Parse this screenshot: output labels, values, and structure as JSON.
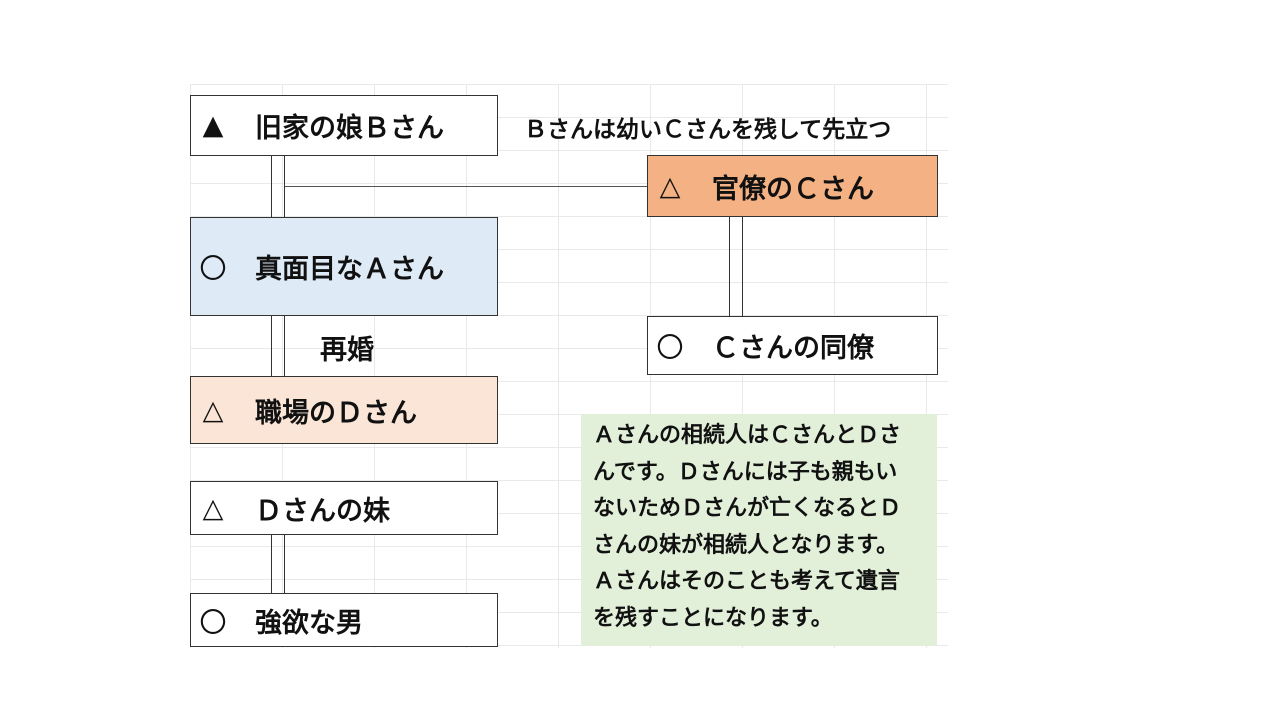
{
  "diagram": {
    "nodes": {
      "b": {
        "symbol": "▲",
        "label": "旧家の娘Ｂさん",
        "fill": "#ffffff"
      },
      "c": {
        "symbol": "△",
        "label": "官僚のＣさん",
        "fill": "#f4b183"
      },
      "a": {
        "symbol": "〇",
        "label": "真面目なＡさん",
        "fill": "#deebf7"
      },
      "colleague": {
        "symbol": "〇",
        "label": "Ｃさんの同僚",
        "fill": "#ffffff"
      },
      "d": {
        "symbol": "△",
        "label": "職場のＤさん",
        "fill": "#fbe5d6"
      },
      "sister": {
        "symbol": "△",
        "label": "Ｄさんの妹",
        "fill": "#ffffff"
      },
      "man": {
        "symbol": "〇",
        "label": "強欲な男",
        "fill": "#ffffff"
      }
    },
    "annotations": {
      "b_note": "Ｂさんは幼いＣさんを残して先立つ",
      "remarriage": "再婚"
    },
    "explanation": {
      "lines": [
        "Ａさんの相続人はＣさんとＤさ",
        "んです。Ｄさんには子も親もい",
        "ないためＤさんが亡くなるとＤ",
        "さんの妹が相続人となります。",
        "Ａさんはそのことも考えて遺言",
        "を残すことになります。"
      ],
      "fill": "#e2efd9"
    }
  }
}
